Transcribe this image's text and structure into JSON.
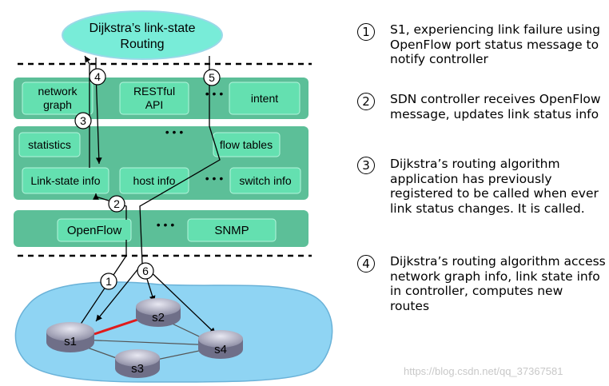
{
  "routing_app": {
    "label_line1": "Dijkstra’s link-state",
    "label_line2": "Routing"
  },
  "layers": {
    "top": {
      "network_graph_line1": "network",
      "network_graph_line2": "graph",
      "rest_api_line1": "RESTful",
      "rest_api_line2": "API",
      "intent": "intent"
    },
    "middle": {
      "statistics": "statistics",
      "flow_tables": "flow tables",
      "link_state_info": "Link-state info",
      "host_info": "host info",
      "switch_info": "switch info"
    },
    "bottom": {
      "openflow": "OpenFlow",
      "snmp": "SNMP"
    }
  },
  "network": {
    "switches": [
      "s1",
      "s2",
      "s3",
      "s4"
    ]
  },
  "step_markers": [
    "1",
    "2",
    "3",
    "4",
    "5",
    "6"
  ],
  "steps": [
    {
      "num": "1",
      "text": "S1, experiencing link failure using OpenFlow port status message to notify controller"
    },
    {
      "num": "2",
      "text": "SDN controller receives OpenFlow message, updates link status info"
    },
    {
      "num": "3",
      "text": "Dijkstra’s routing algorithm application has previously registered to be called when ever link status changes.  It is called."
    },
    {
      "num": "4",
      "text": "Dijkstra’s routing algorithm access network graph info, link state info in controller, computes new routes"
    }
  ],
  "watermark": "https://blog.csdn.net/qq_37367581",
  "colors": {
    "layer": "#5cbf98",
    "box": "#64e0b0",
    "routing": "#78ecd8",
    "network_bg": "#8fd4f3",
    "failed_link": "#e01b1b"
  }
}
